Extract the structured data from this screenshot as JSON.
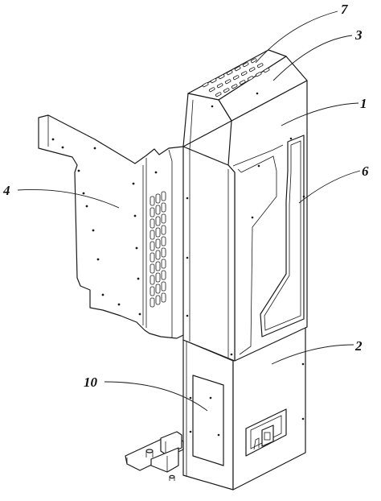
{
  "callouts": [
    {
      "id": "7",
      "text": "7"
    },
    {
      "id": "3",
      "text": "3"
    },
    {
      "id": "1",
      "text": "1"
    },
    {
      "id": "6",
      "text": "6"
    },
    {
      "id": "4",
      "text": "4"
    },
    {
      "id": "2",
      "text": "2"
    },
    {
      "id": "10",
      "text": "10"
    }
  ]
}
